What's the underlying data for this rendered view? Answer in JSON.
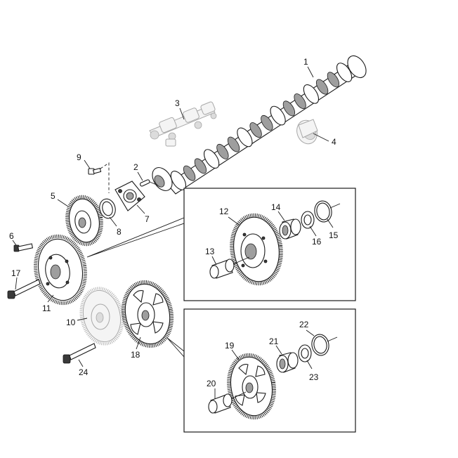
{
  "diagram": {
    "callouts": [
      {
        "id": "1",
        "text": "1"
      },
      {
        "id": "2",
        "text": "2"
      },
      {
        "id": "3",
        "text": "3"
      },
      {
        "id": "4",
        "text": "4"
      },
      {
        "id": "5",
        "text": "5"
      },
      {
        "id": "6",
        "text": "6"
      },
      {
        "id": "7",
        "text": "7"
      },
      {
        "id": "8",
        "text": "8"
      },
      {
        "id": "9",
        "text": "9"
      },
      {
        "id": "10",
        "text": "10"
      },
      {
        "id": "11",
        "text": "11"
      },
      {
        "id": "12",
        "text": "12"
      },
      {
        "id": "13",
        "text": "13"
      },
      {
        "id": "14",
        "text": "14"
      },
      {
        "id": "15",
        "text": "15"
      },
      {
        "id": "16",
        "text": "16"
      },
      {
        "id": "17",
        "text": "17"
      },
      {
        "id": "18",
        "text": "18"
      },
      {
        "id": "19",
        "text": "19"
      },
      {
        "id": "20",
        "text": "20"
      },
      {
        "id": "21",
        "text": "21"
      },
      {
        "id": "22",
        "text": "22"
      },
      {
        "id": "23",
        "text": "23"
      },
      {
        "id": "24",
        "text": "24"
      }
    ],
    "colors": {
      "line": "#1a1a1a",
      "ghost": "#a8a8a8",
      "background": "#ffffff"
    }
  }
}
